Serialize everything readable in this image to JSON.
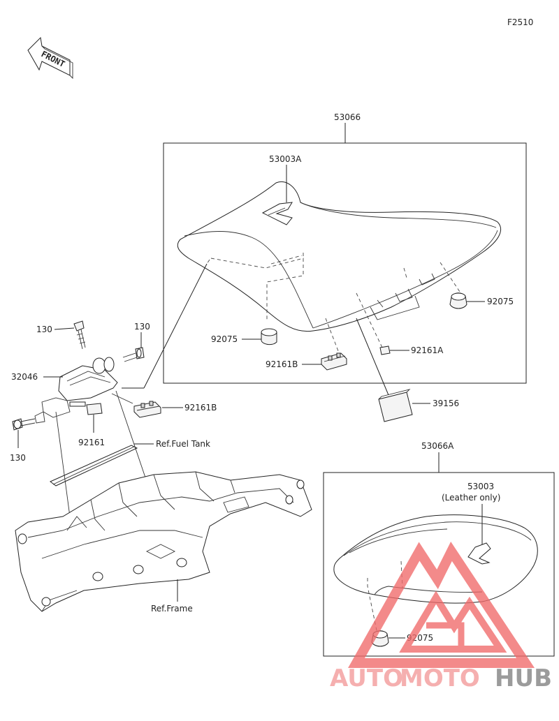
{
  "figure_code": "F2510",
  "front_label": "FRONT",
  "callouts": {
    "seat_assy": "53066",
    "seat_cover_main": "53003A",
    "damper_left": "92075",
    "damper_right": "92075",
    "collar_b": "92161B",
    "collar_a": "92161A",
    "pad": "39156",
    "bolt_top": "130",
    "bolt_right": "130",
    "bolt_bottom": "130",
    "bracket": "32046",
    "collar_b_bracket": "92161B",
    "collar_bracket": "92161",
    "rear_seat_assy": "53066A",
    "rear_cover": "53003",
    "rear_cover_note": "(Leather only)",
    "rear_damper": "92075"
  },
  "references": {
    "fuel_tank": "Ref.Fuel Tank",
    "frame": "Ref.Frame"
  },
  "watermark": {
    "part1": "AUTO",
    "part2": "MOTO",
    "part3": "HUB",
    "color_main": "#f0a0a0",
    "color_hub": "#888888",
    "logo_color": "#f06a6a"
  }
}
